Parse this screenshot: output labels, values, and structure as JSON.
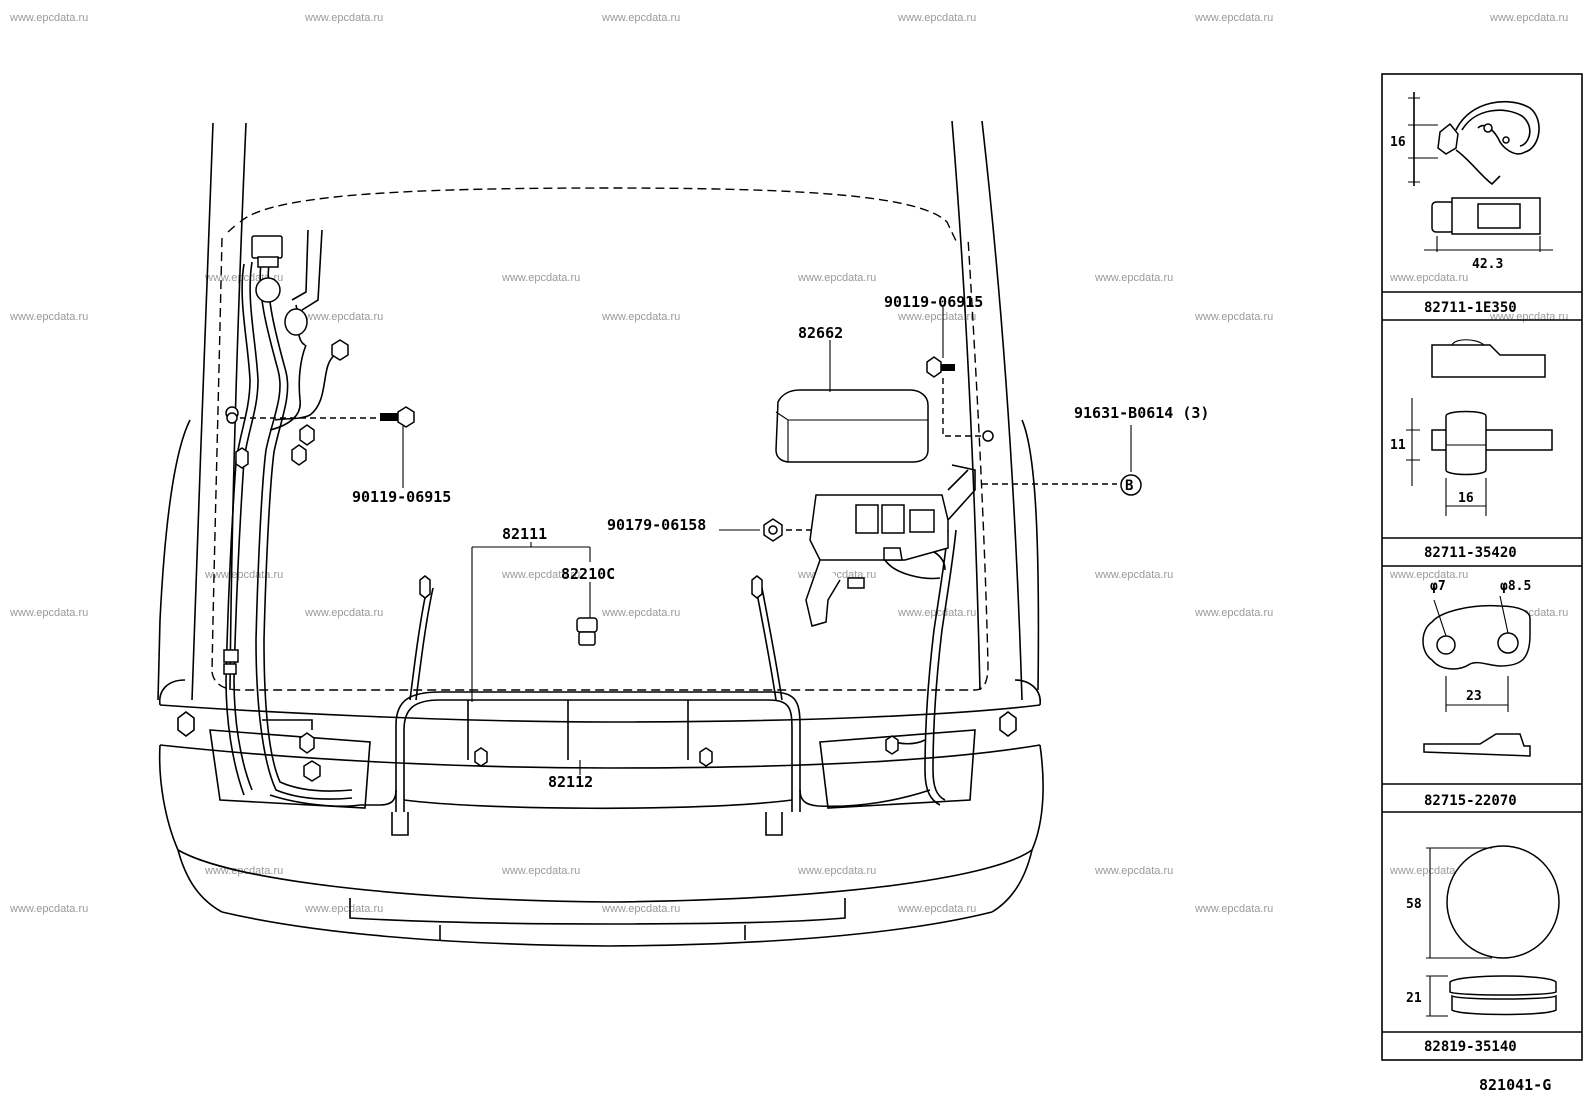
{
  "watermark": "www.epcdata.ru",
  "callouts": {
    "bolt_upper_right": "90119-06915",
    "relay_box_cover": "82662",
    "clamp_b": "91631-B0614 (3)",
    "bolt_left": "90119-06915",
    "harness_main": "82111",
    "clip_82210c": "82210C",
    "nut_90179": "90179-06158",
    "harness_82112": "82112",
    "ref_b_symbol": "B"
  },
  "side_panels": [
    {
      "part_no": "82711-1E350",
      "dims": [
        "16",
        "42.3"
      ]
    },
    {
      "part_no": "82711-35420",
      "dims": [
        "11",
        "16"
      ]
    },
    {
      "part_no": "82715-22070",
      "dims": [
        "φ7",
        "φ8.5",
        "23"
      ]
    },
    {
      "part_no": "82819-35140",
      "dims": [
        "58",
        "21"
      ]
    }
  ],
  "figure_code": "821041-G"
}
